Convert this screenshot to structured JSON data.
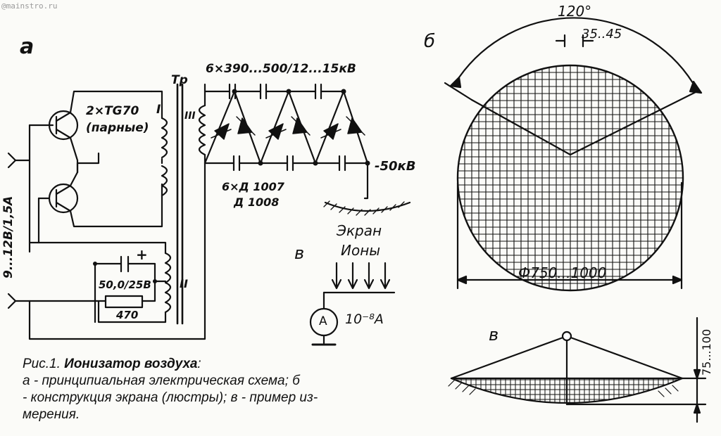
{
  "watermark": "@mainstro.ru",
  "panel_labels": {
    "a": "а",
    "b": "б",
    "v1": "в",
    "v2": "в"
  },
  "schematic": {
    "transistor_label": "2×ТG70",
    "paired_label": "(парные)",
    "winding_I": "I",
    "winding_II": "II",
    "winding_III": "III",
    "transformer_label": "Тр",
    "capacitor_spec": "6×390...500/12...15кВ",
    "diode_spec_1": "6×Д 1007",
    "diode_spec_2": "Д 1008",
    "output_voltage": "-50кВ",
    "input_voltage": "9...12В/1,5А",
    "cap_value": "50,0/25В",
    "resistor_value": "470",
    "polarity": "+"
  },
  "measurement": {
    "screen_label": "Экран",
    "ions_label": "Ионы",
    "ammeter_symbol": "A",
    "current_value": "10⁻⁸А"
  },
  "screen_design": {
    "angle_label": "120°",
    "mesh_label": "35..45",
    "diameter_label": "Ф750...1000",
    "sag_label": "75...100"
  },
  "caption": {
    "prefix": "Рис.1.",
    "title": "Ионизатор воздуха",
    "colon": ":",
    "line2": "а - принципиальная электрическая схема; б",
    "line3": "- конструкция экрана (люстры); в - пример из-",
    "line4": "мерения."
  }
}
